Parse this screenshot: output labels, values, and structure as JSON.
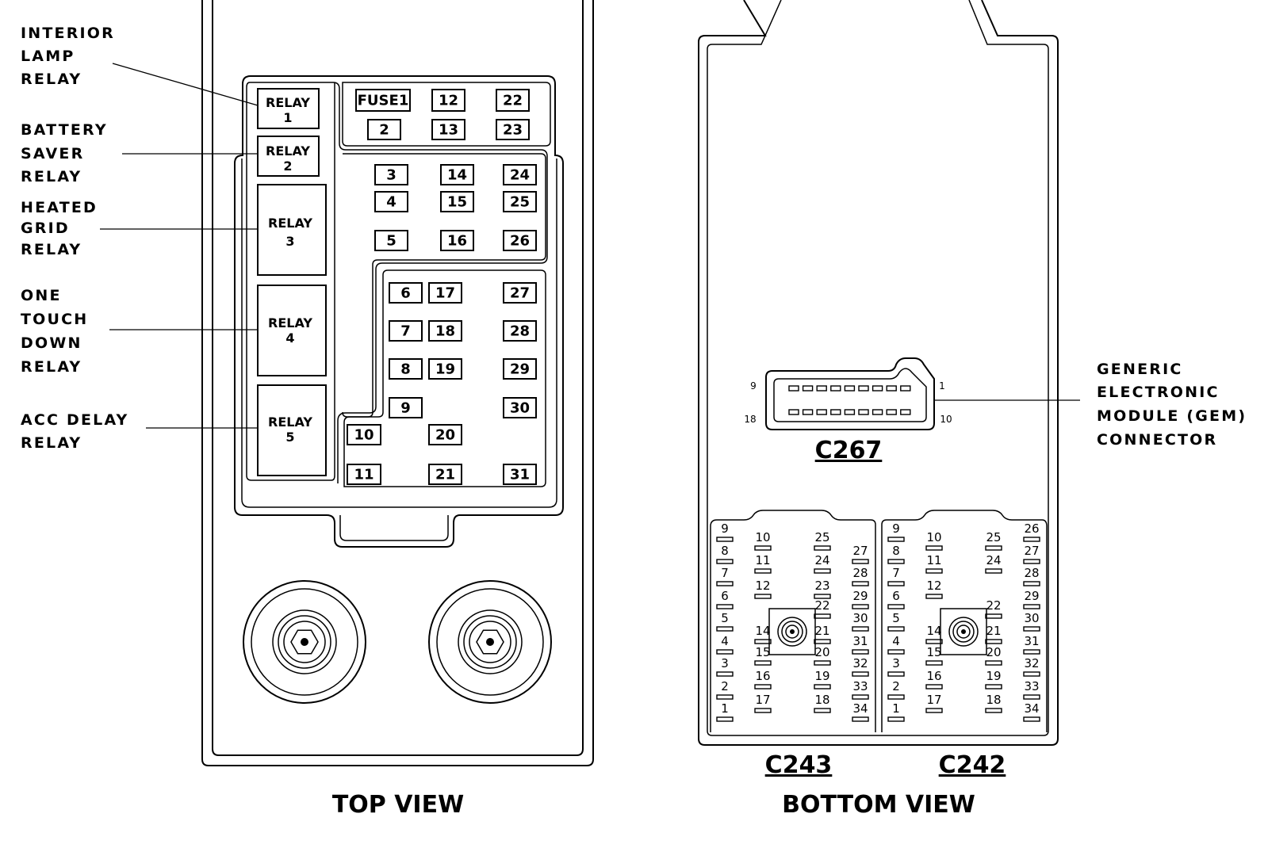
{
  "callouts": [
    [
      "INTERIOR",
      "LAMP",
      "RELAY"
    ],
    [
      "BATTERY",
      "SAVER",
      "RELAY"
    ],
    [
      "HEATED",
      "GRID",
      "RELAY"
    ],
    [
      "ONE",
      "TOUCH",
      "DOWN",
      "RELAY"
    ],
    [
      "ACC DELAY",
      "RELAY"
    ],
    [
      "GENERIC",
      "ELECTRONIC",
      "MODULE  (GEM)",
      "CONNECTOR"
    ]
  ],
  "relays": [
    {
      "label": "RELAY",
      "num": "1"
    },
    {
      "label": "RELAY",
      "num": "2"
    },
    {
      "label": "RELAY",
      "num": "3"
    },
    {
      "label": "RELAY",
      "num": "4"
    },
    {
      "label": "RELAY",
      "num": "5"
    }
  ],
  "fuses": [
    "FUSE1",
    "2",
    "3",
    "4",
    "5",
    "6",
    "7",
    "8",
    "9",
    "10",
    "11",
    "12",
    "13",
    "14",
    "15",
    "16",
    "17",
    "18",
    "19",
    "20",
    "21",
    "22",
    "23",
    "24",
    "25",
    "26",
    "27",
    "28",
    "29",
    "30",
    "31"
  ],
  "gem_connector": {
    "name": "C267",
    "pin_labels": [
      "9",
      "1",
      "18",
      "10"
    ]
  },
  "bottom_connectors": [
    {
      "name": "C243",
      "pins": [
        "1",
        "2",
        "3",
        "4",
        "5",
        "6",
        "7",
        "8",
        "9",
        "10",
        "11",
        "12",
        "14",
        "15",
        "16",
        "17",
        "18",
        "19",
        "20",
        "21",
        "22",
        "23",
        "24",
        "25",
        "27",
        "28",
        "29",
        "30",
        "31",
        "32",
        "33",
        "34"
      ]
    },
    {
      "name": "C242",
      "pins": [
        "1",
        "2",
        "3",
        "4",
        "5",
        "6",
        "7",
        "8",
        "9",
        "10",
        "11",
        "12",
        "14",
        "15",
        "16",
        "17",
        "18",
        "19",
        "20",
        "21",
        "22",
        "24",
        "25",
        "26",
        "27",
        "28",
        "29",
        "30",
        "31",
        "32",
        "33",
        "34"
      ]
    }
  ],
  "views": {
    "top": "TOP VIEW",
    "bottom": "BOTTOM VIEW"
  }
}
